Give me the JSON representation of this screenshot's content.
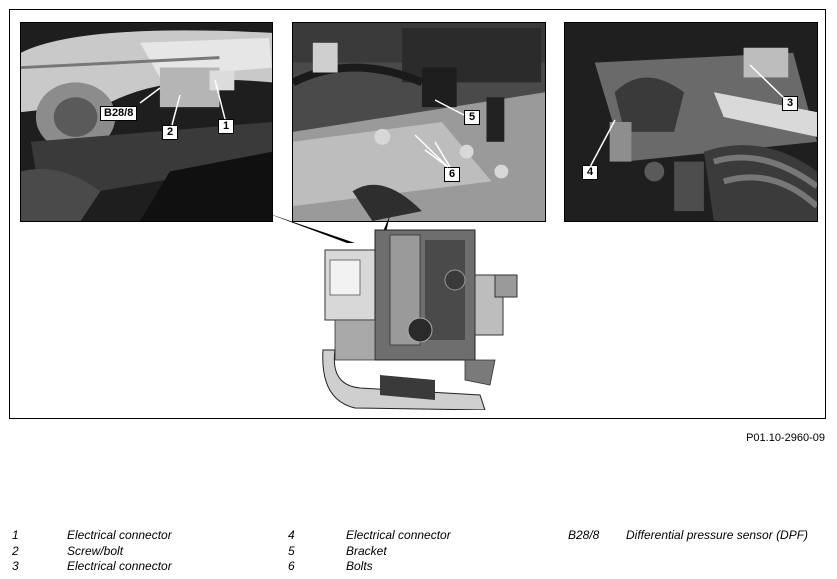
{
  "figure": {
    "id": "P01.10-2960-09",
    "callouts": {
      "b28": "B28/8",
      "c1": "1",
      "c2": "2",
      "c3": "3",
      "c4": "4",
      "c5": "5",
      "c6": "6"
    }
  },
  "legend": {
    "col1": [
      {
        "num": "1",
        "text": "Electrical connector"
      },
      {
        "num": "2",
        "text": "Screw/bolt"
      },
      {
        "num": "3",
        "text": "Electrical connector"
      }
    ],
    "col2": [
      {
        "num": "4",
        "text": "Electrical connector"
      },
      {
        "num": "5",
        "text": "Bracket"
      },
      {
        "num": "6",
        "text": "Bolts"
      }
    ],
    "col3": [
      {
        "num": "B28/8",
        "text": "Differential pressure sensor (DPF)"
      }
    ]
  }
}
